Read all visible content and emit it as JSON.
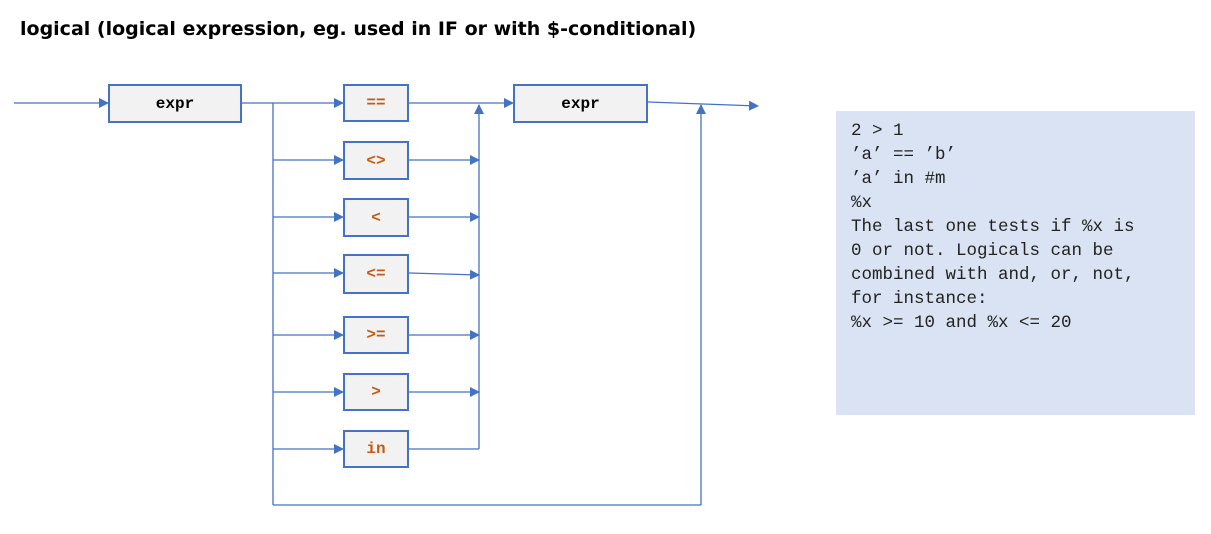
{
  "title": "logical (logical expression, eg. used in IF or with $-conditional)",
  "nodes": {
    "expr_left": "expr",
    "expr_right": "expr"
  },
  "operators": [
    "==",
    "<>",
    "<",
    "<=",
    ">=",
    ">",
    "in"
  ],
  "note": {
    "lines": [
      "2 > 1",
      "’a’ == ’b’",
      "’a’ in #m",
      "%x",
      "",
      "The last one tests if %x is",
      "0 or not. Logicals can be",
      "combined with and, or, not,",
      "for instance:",
      "",
      "%x >= 10 and %x <= 20"
    ]
  }
}
